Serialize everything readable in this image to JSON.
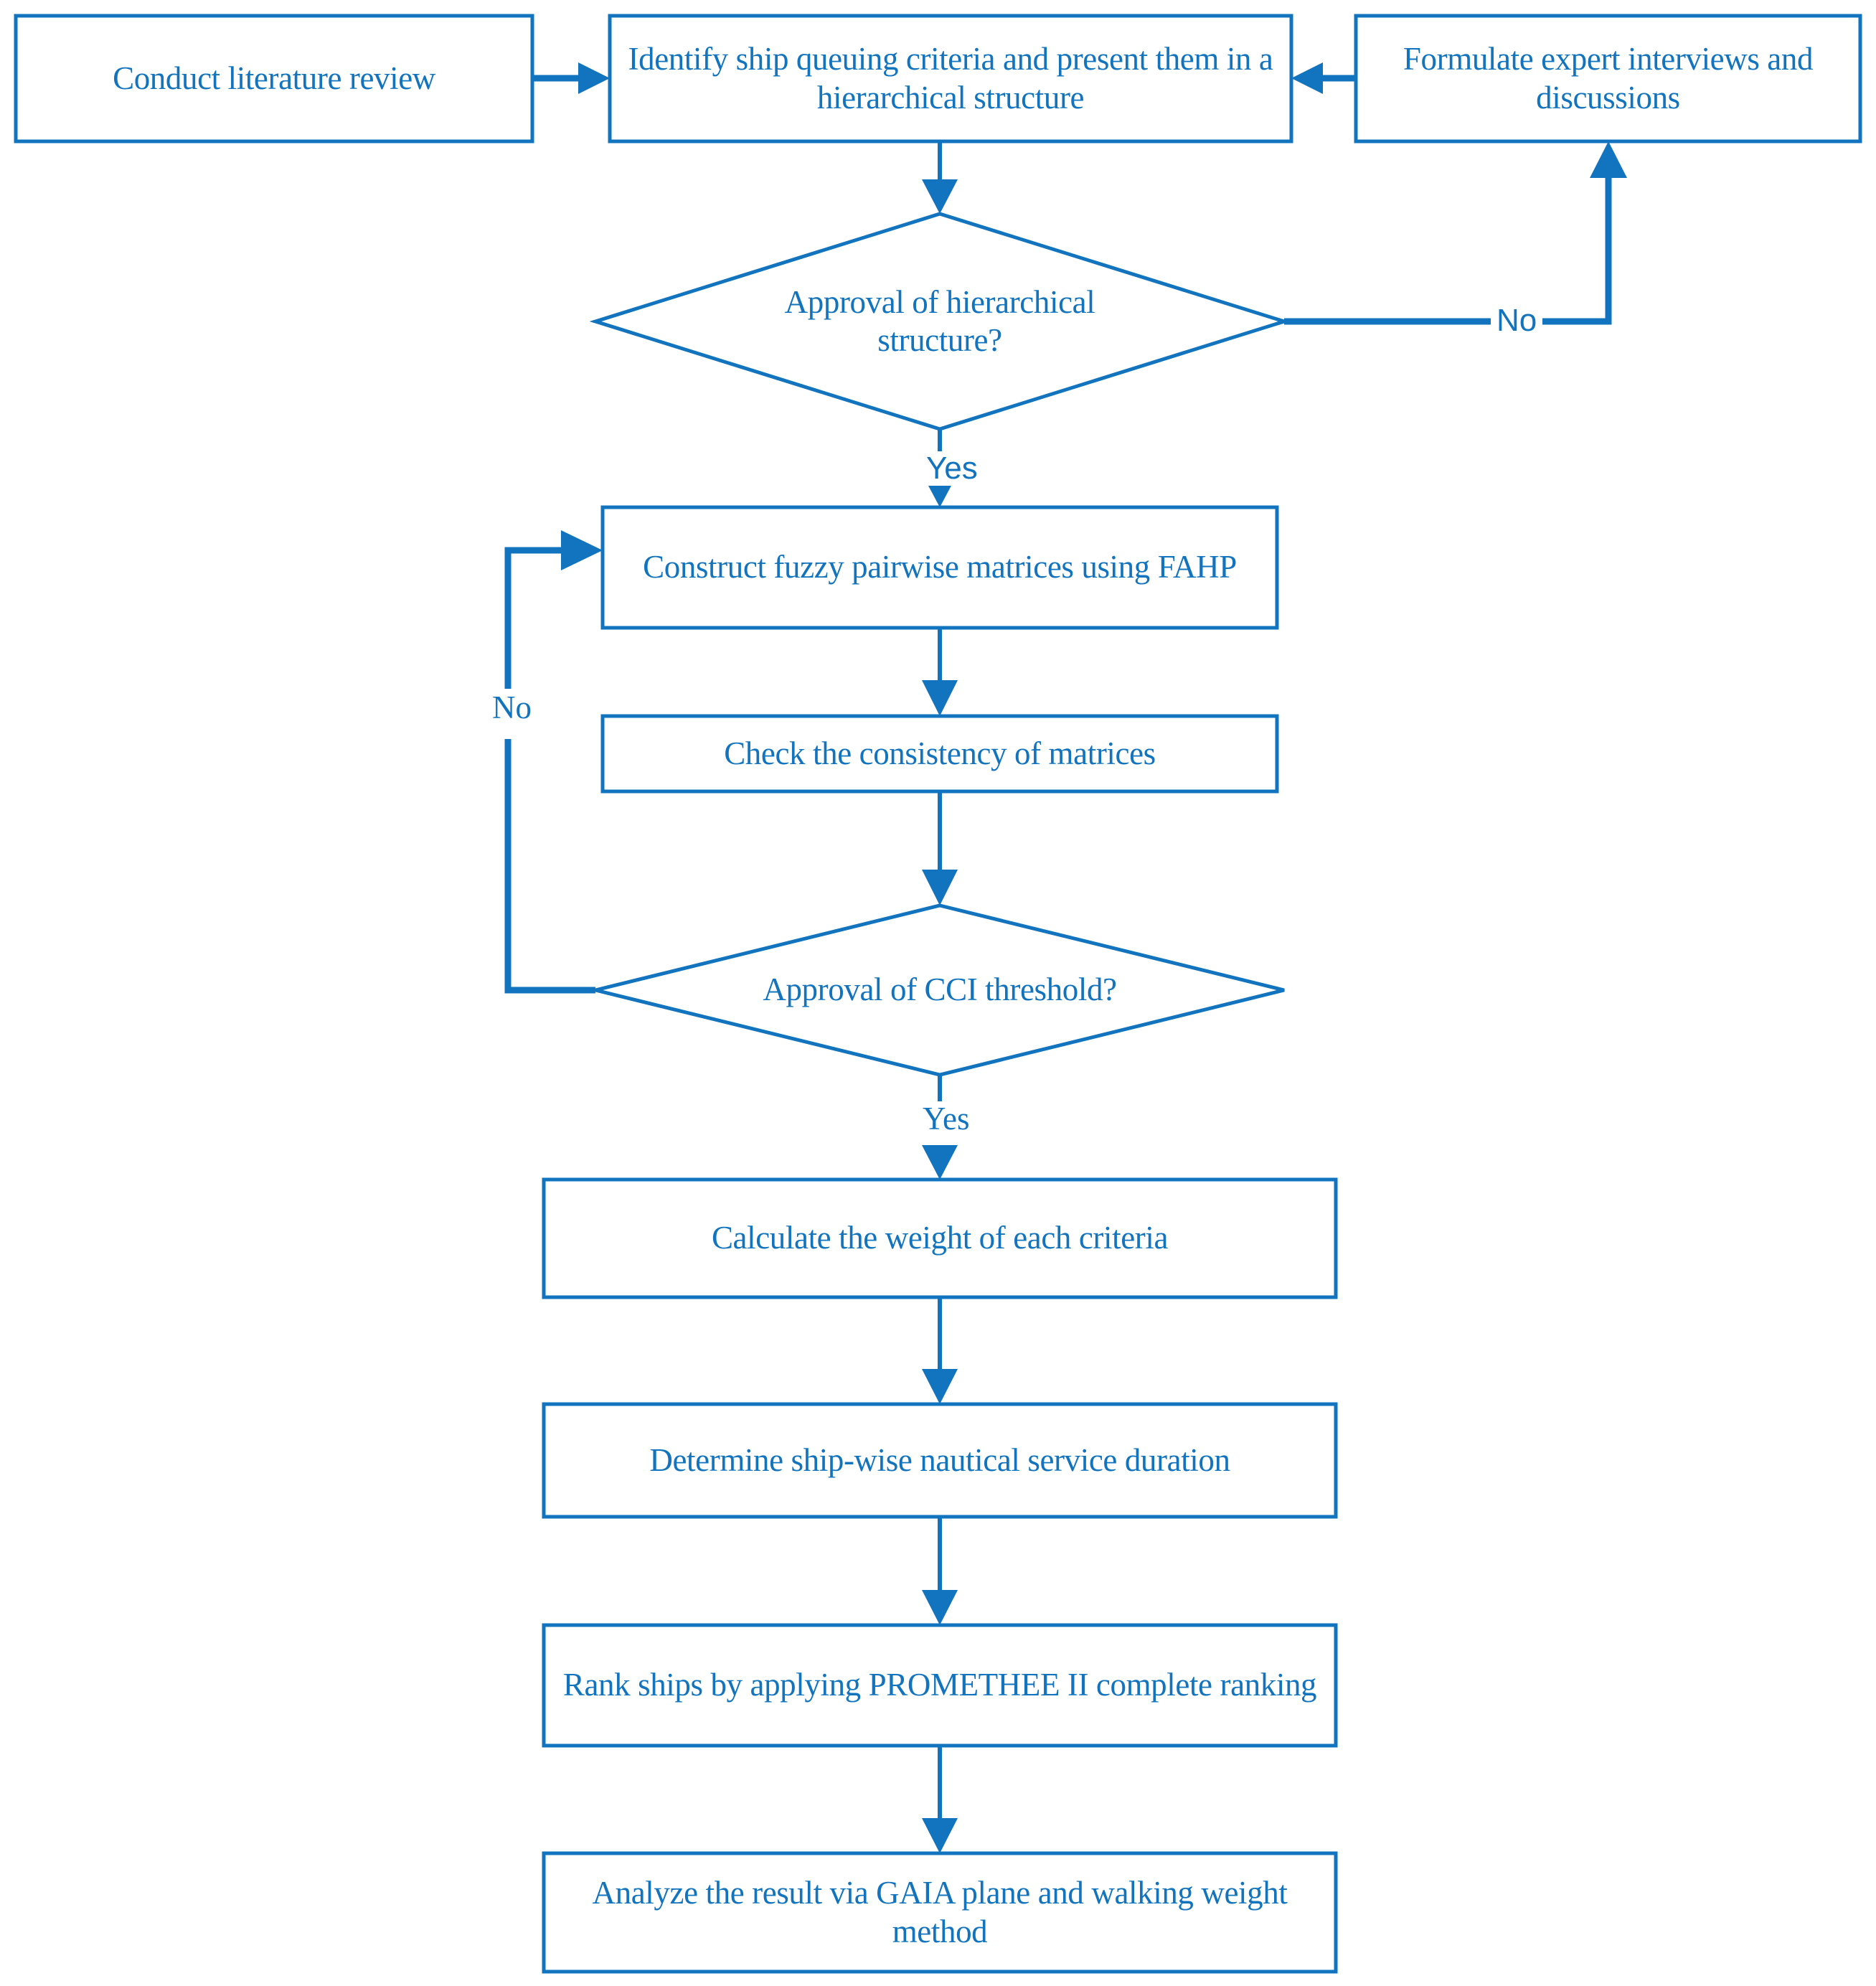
{
  "diagram": {
    "title": "Ship queuing methodology flowchart",
    "accent_color": "#1274be",
    "background_color": "#ffffff",
    "nodes": [
      {
        "id": "n1",
        "type": "process",
        "text": "Conduct literature review"
      },
      {
        "id": "n2",
        "type": "process",
        "text": "Identify ship queuing criteria and present them in a hierarchical structure"
      },
      {
        "id": "n3",
        "type": "process",
        "text": "Formulate expert interviews and discussions"
      },
      {
        "id": "n4",
        "type": "decision",
        "text": "Approval of hierarchical structure?"
      },
      {
        "id": "n5",
        "type": "process",
        "text": "Construct fuzzy pairwise matrices using FAHP"
      },
      {
        "id": "n6",
        "type": "process",
        "text": "Check the consistency of matrices"
      },
      {
        "id": "n7",
        "type": "decision",
        "text": "Approval of CCI threshold?"
      },
      {
        "id": "n8",
        "type": "process",
        "text": "Calculate the weight of each criteria"
      },
      {
        "id": "n9",
        "type": "process",
        "text": "Determine ship-wise nautical service duration"
      },
      {
        "id": "n10",
        "type": "process",
        "text": "Rank ships by applying PROMETHEE II complete ranking"
      },
      {
        "id": "n11",
        "type": "process",
        "text": "Analyze the result via GAIA plane and walking weight method"
      }
    ],
    "edge_labels": {
      "hierarchy_no": "No",
      "hierarchy_yes": "Yes",
      "cci_no": "No",
      "cci_yes": "Yes"
    }
  }
}
